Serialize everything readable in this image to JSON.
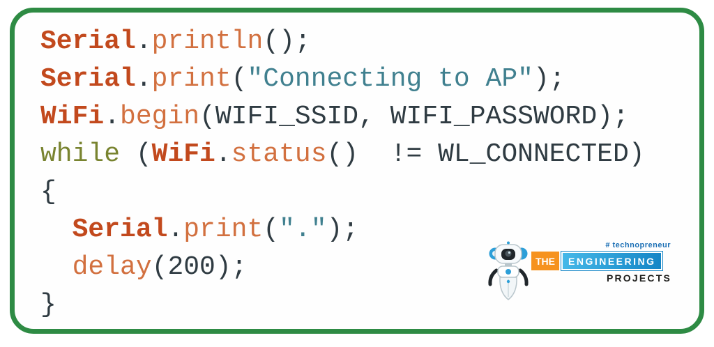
{
  "figure": {
    "description": "Arduino ESP32 code snippet for connecting to a WiFi access point, framed in a green rounded border"
  },
  "colors": {
    "frame": "#2e8b44",
    "class": "#c2491d",
    "func": "#d2703f",
    "kw": "#78832f",
    "str": "#40808f",
    "plain": "#2f3b42",
    "tagline": "#1b6fb5",
    "the-bg": "#f6921e",
    "eng-bg1": "#45b8e8",
    "eng-bg2": "#1385c6",
    "projects": "#1e1e1c",
    "robot-blue": "#2d9fd8",
    "robot-dark": "#20262b"
  },
  "code": {
    "language": "arduino-cpp",
    "lines": [
      {
        "tokens": [
          {
            "t": "Serial",
            "c": "class"
          },
          {
            "t": ".",
            "c": "plain"
          },
          {
            "t": "println",
            "c": "func"
          },
          {
            "t": "();",
            "c": "plain"
          }
        ]
      },
      {
        "tokens": [
          {
            "t": "Serial",
            "c": "class"
          },
          {
            "t": ".",
            "c": "plain"
          },
          {
            "t": "print",
            "c": "func"
          },
          {
            "t": "(",
            "c": "plain"
          },
          {
            "t": "\"Connecting to AP\"",
            "c": "str"
          },
          {
            "t": ");",
            "c": "plain"
          }
        ]
      },
      {
        "tokens": [
          {
            "t": "WiFi",
            "c": "class"
          },
          {
            "t": ".",
            "c": "plain"
          },
          {
            "t": "begin",
            "c": "func"
          },
          {
            "t": "(WIFI_SSID, WIFI_PASSWORD);",
            "c": "plain"
          }
        ]
      },
      {
        "tokens": [
          {
            "t": "while",
            "c": "kw"
          },
          {
            "t": " (",
            "c": "plain"
          },
          {
            "t": "WiFi",
            "c": "class"
          },
          {
            "t": ".",
            "c": "plain"
          },
          {
            "t": "status",
            "c": "func"
          },
          {
            "t": "()  != WL_CONNECTED)",
            "c": "plain"
          }
        ]
      },
      {
        "tokens": [
          {
            "t": "{",
            "c": "plain"
          }
        ]
      },
      {
        "tokens": [
          {
            "t": "  ",
            "c": "plain"
          },
          {
            "t": "Serial",
            "c": "class"
          },
          {
            "t": ".",
            "c": "plain"
          },
          {
            "t": "print",
            "c": "func"
          },
          {
            "t": "(",
            "c": "plain"
          },
          {
            "t": "\".\"",
            "c": "str"
          },
          {
            "t": ");",
            "c": "plain"
          }
        ]
      },
      {
        "tokens": [
          {
            "t": "  ",
            "c": "plain"
          },
          {
            "t": "delay",
            "c": "func"
          },
          {
            "t": "(200);",
            "c": "plain"
          }
        ]
      },
      {
        "tokens": [
          {
            "t": "}",
            "c": "plain"
          }
        ]
      }
    ]
  },
  "logo": {
    "tagline": "# technopreneur",
    "the": "THE",
    "engineering": "ENGINEERING",
    "projects": "PROJECTS"
  }
}
